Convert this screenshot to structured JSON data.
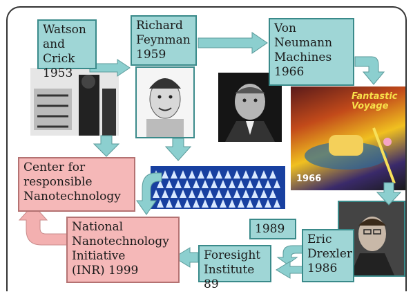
{
  "nodes": {
    "watson_crick": "Watson\nand Crick\n1953",
    "feynman": "Richard\nFeynman\n1959",
    "von_neumann": "Von\nNeumann\nMachines\n1966",
    "center": "Center for\nresponsible\nNanotechnology",
    "nni": "National\nNanotechnology\nInitiative\n(INR) 1999",
    "foresight": "Foresight\nInstitute 89",
    "year_1989": "1989",
    "drexler": "Eric\nDrexler\n1986"
  },
  "photos": {
    "fantastic_voyage_title": "Fantastic\nVoyage",
    "fantastic_voyage_year": "1966"
  },
  "colors": {
    "blue_box": "#9fd6d6",
    "pink_box": "#f5b8b8",
    "blue_arrow": "#8ccfcf",
    "pink_arrow": "#f3b0b0"
  }
}
